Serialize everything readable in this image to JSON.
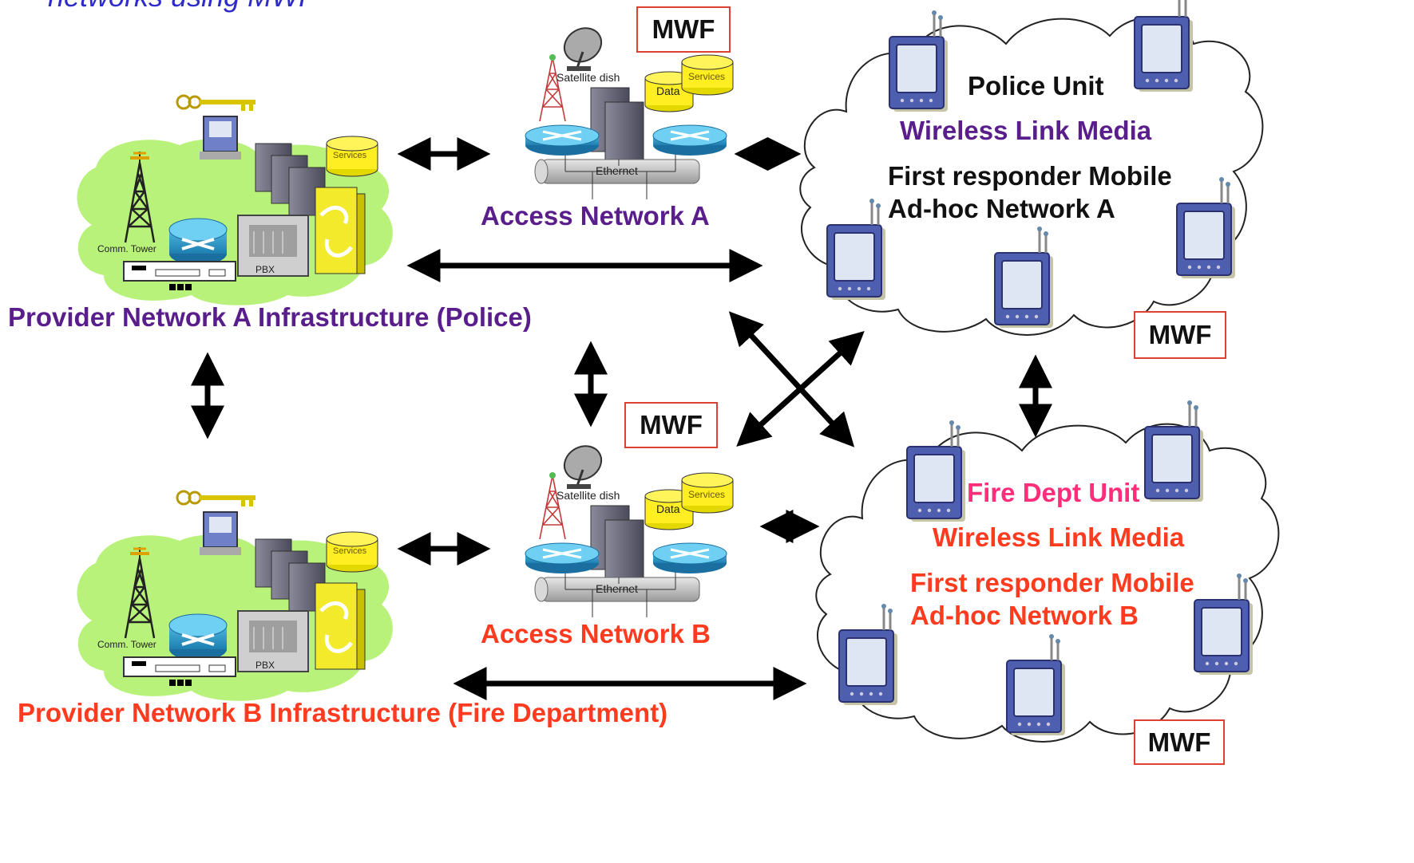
{
  "header": {
    "partial_title": "networks using MWF"
  },
  "colors": {
    "purple": "#5a1e8c",
    "red": "#ff3b1f",
    "pink": "#ff2d7a",
    "header_blue": "#2e2cc8",
    "mwf_border": "#e04030"
  },
  "provider_a": {
    "title": "Provider Network A Infrastructure (Police)",
    "tower_label": "Comm. Tower",
    "pbx_label": "PBX",
    "services_label": "Services"
  },
  "provider_b": {
    "title": "Provider Network B Infrastructure (Fire Department)",
    "tower_label": "Comm. Tower",
    "pbx_label": "PBX",
    "services_label": "Services"
  },
  "access_a": {
    "title": "Access Network A",
    "dish_label": "Satellite dish",
    "data_label": "Data",
    "services_label": "Services",
    "ethernet_label": "Ethernet",
    "mwf": "MWF"
  },
  "access_b": {
    "title": "Access Network B",
    "dish_label": "Satellite dish",
    "data_label": "Data",
    "services_label": "Services",
    "ethernet_label": "Ethernet",
    "mwf": "MWF"
  },
  "cloud_a": {
    "unit": "Police Unit",
    "link": "Wireless Link Media",
    "line1": "First responder Mobile",
    "line2": "Ad-hoc Network A",
    "mwf": "MWF"
  },
  "cloud_b": {
    "unit": "Fire Dept Unit",
    "link": "Wireless Link Media",
    "line1": "First responder Mobile",
    "line2": "Ad-hoc Network B",
    "mwf": "MWF"
  }
}
